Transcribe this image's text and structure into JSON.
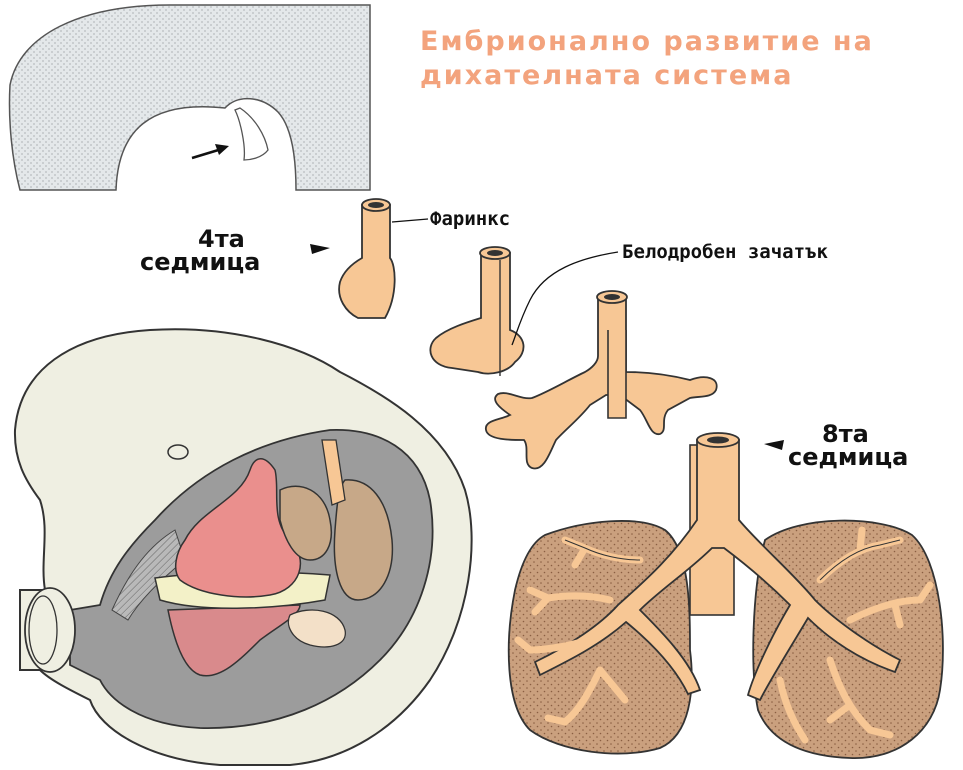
{
  "title": {
    "line1": "Ембрионално развитие на",
    "line2": "дихателната система"
  },
  "labels": {
    "pharynx": "Фаринкс",
    "lung_bud": "Белодробен зачатък",
    "week4_num": "4та",
    "week4_word": "седмица",
    "week8_num": "8та",
    "week8_word": "седмица"
  },
  "colors": {
    "tube": "#f7c795",
    "tube_stroke": "#333333",
    "title": "#f3a37d",
    "lung_fill": "#caa07e",
    "embryo_fill": "#efefe2",
    "stipple_fill": "#e4e8ea",
    "heart": "#ea8f8d",
    "liver": "#d98a8c",
    "organ_brown": "#c7a888",
    "cavity": "#9c9c9c"
  }
}
